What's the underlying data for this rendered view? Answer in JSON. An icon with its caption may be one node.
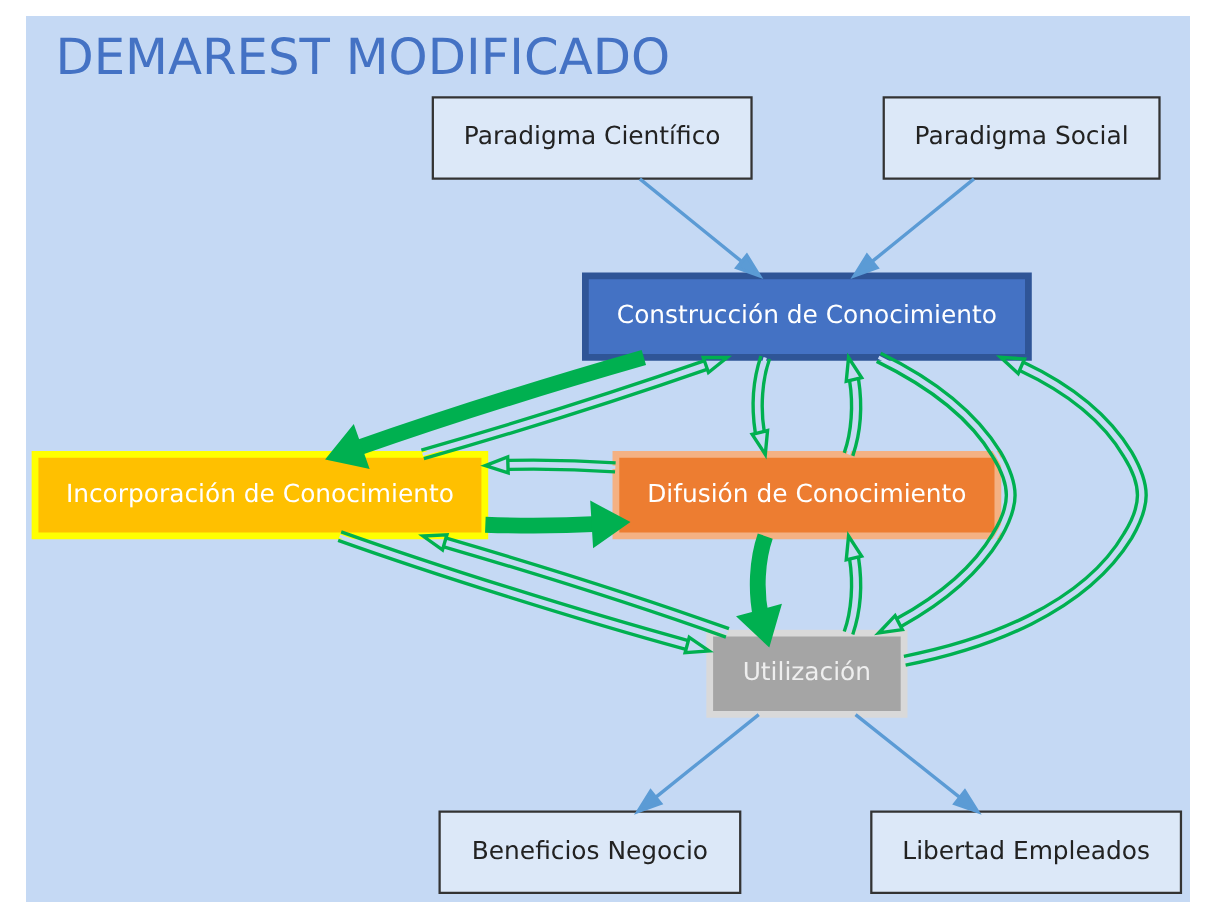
{
  "diagram": {
    "title": "DEMAREST MODIFICADO",
    "nodes": [
      {
        "text": [
          "Paradigma Científico"
        ]
      },
      {
        "text": [
          "Paradigma Social"
        ]
      },
      {
        "text": [
          "Construcción de Conocimiento"
        ]
      },
      {
        "text": [
          "Incorporación de Conocimiento"
        ]
      },
      {
        "text": [
          "Difusión de Conocimiento"
        ]
      },
      {
        "text": [
          "Utilización"
        ]
      },
      {
        "text": [
          "Beneficios Negocio"
        ]
      },
      {
        "text": [
          "Libertad Empleados"
        ]
      }
    ],
    "edges": [
      {
        "from": 0,
        "to": 2,
        "arrow": "to",
        "color": "#5b9bd5"
      },
      {
        "from": 1,
        "to": 2,
        "arrow": "to",
        "color": "#5b9bd5"
      },
      {
        "from": 3,
        "to": 2,
        "arrow": "to"
      },
      {
        "from": 2,
        "to": 3,
        "arrow": "to",
        "style": "thick"
      },
      {
        "from": 2,
        "to": 4,
        "arrow": "to"
      },
      {
        "from": 4,
        "to": 2,
        "arrow": "to"
      },
      {
        "from": 3,
        "to": 4,
        "arrow": "to",
        "style": "thick"
      },
      {
        "from": 4,
        "to": 3,
        "arrow": "to"
      },
      {
        "from": 5,
        "to": 2,
        "arrow": "to"
      },
      {
        "from": 2,
        "to": 5,
        "arrow": "to"
      },
      {
        "from": 3,
        "to": 5,
        "arrow": "to"
      },
      {
        "from": 5,
        "to": 3,
        "arrow": "to"
      },
      {
        "from": 4,
        "to": 5,
        "arrow": "to",
        "style": "thick"
      },
      {
        "from": 5,
        "to": 4,
        "arrow": "to"
      },
      {
        "from": 5,
        "to": 6,
        "arrow": "to",
        "color": "#5b9bd5"
      },
      {
        "from": 5,
        "to": 7,
        "arrow": "to",
        "color": "#5b9bd5"
      }
    ]
  }
}
